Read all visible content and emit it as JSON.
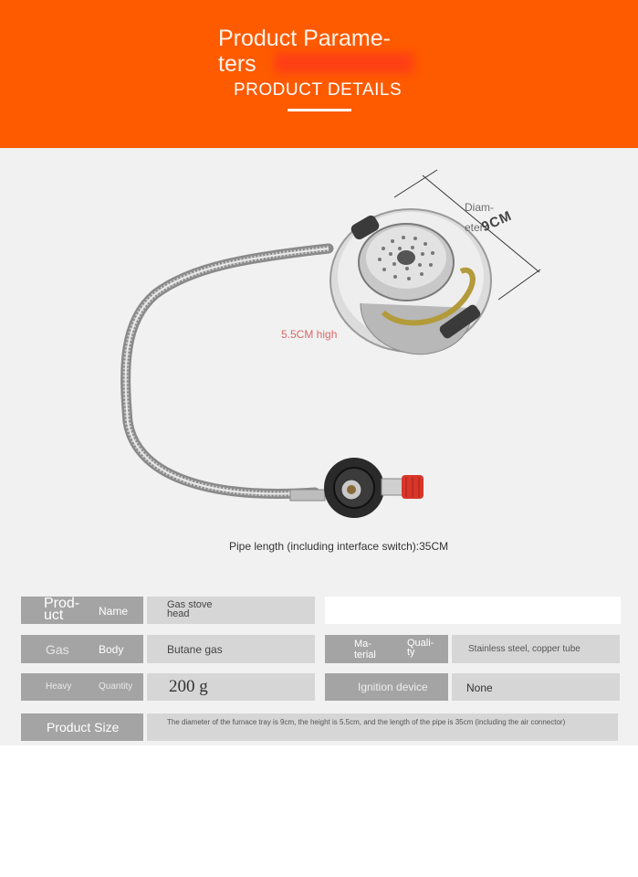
{
  "header": {
    "title": "Product Parame-ters",
    "subtitle": "PRODUCT DETAILS"
  },
  "photo": {
    "diameter_label": "Diam-eter",
    "diameter_value": "9CM",
    "height_label": "5.5CM high",
    "pipe_caption": "Pipe length (including interface switch):35CM"
  },
  "specs": {
    "row1": {
      "label_a": "Prod-uct",
      "label_b": "Name",
      "value": "Gas stove head"
    },
    "row2": {
      "label_a": "Gas",
      "label_b": "Body",
      "value": "Butane gas",
      "label_c": "Ma-terial",
      "label_d": "Quali-ty",
      "value2": "Stainless steel, copper tube"
    },
    "row3": {
      "label_a": "Heavy",
      "label_b": "Quantity",
      "value": "200 g",
      "label_c": "Ignition device",
      "value2": "None"
    },
    "row4": {
      "label": "Product Size",
      "value": "The diameter of the furnace tray is 9cm, the height is 5.5cm, and the length of the pipe is 35cm (including the air connector)"
    }
  },
  "colors": {
    "header_bg": "#fe5a00",
    "label_bg": "#a4a4a4",
    "value_bg": "#d6d6d6",
    "photo_bg": "#f1f1f1"
  }
}
